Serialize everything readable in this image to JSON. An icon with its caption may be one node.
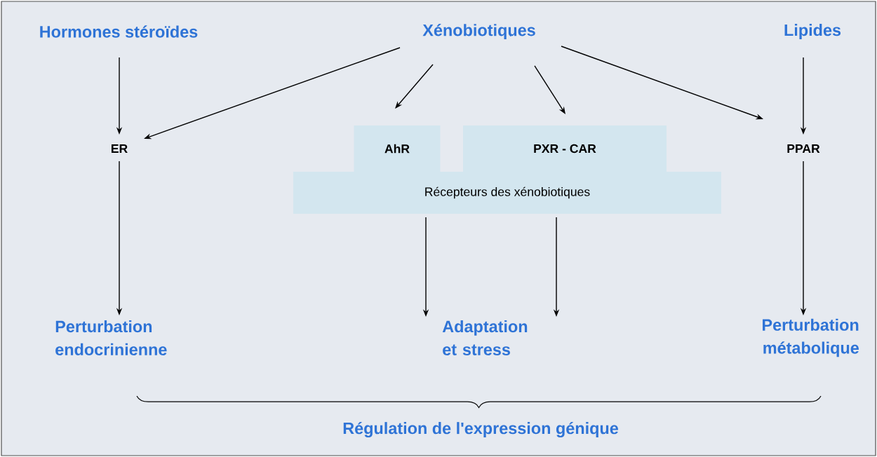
{
  "diagram": {
    "nodes": [
      {
        "text": [
          "Hormones stéroïdes"
        ]
      },
      {
        "text": [
          "Xénobiotiques"
        ]
      },
      {
        "text": [
          "Lipides"
        ]
      },
      {
        "text": [
          "ER"
        ]
      },
      {
        "text": [
          "AhR"
        ]
      },
      {
        "text": [
          "PXR - CAR"
        ]
      },
      {
        "text": [
          "PPAR"
        ]
      },
      {
        "text": [
          "Récepteurs des xénobiotiques"
        ]
      },
      {
        "text": [
          "Perturbation endocrinienne"
        ]
      },
      {
        "text": [
          "Adaptation et stress"
        ]
      },
      {
        "text": [
          "Perturbation métabolique"
        ]
      }
    ],
    "edges": [
      {
        "from": 0,
        "to": 3,
        "arrow": "to"
      },
      {
        "from": 1,
        "to": 3,
        "arrow": "to"
      },
      {
        "from": 1,
        "to": 4,
        "arrow": "to"
      },
      {
        "from": 1,
        "to": 5,
        "arrow": "to"
      },
      {
        "from": 1,
        "to": 6,
        "arrow": "to"
      },
      {
        "from": 2,
        "to": 6,
        "arrow": "to"
      },
      {
        "from": 3,
        "to": 8,
        "arrow": "to"
      },
      {
        "from": 7,
        "to": 9,
        "arrow": "to"
      },
      {
        "from": 7,
        "to": 9,
        "arrow": "to"
      },
      {
        "from": 6,
        "to": 10,
        "arrow": "to"
      }
    ],
    "labels": [
      "Régulation de l'expression génique"
    ]
  }
}
